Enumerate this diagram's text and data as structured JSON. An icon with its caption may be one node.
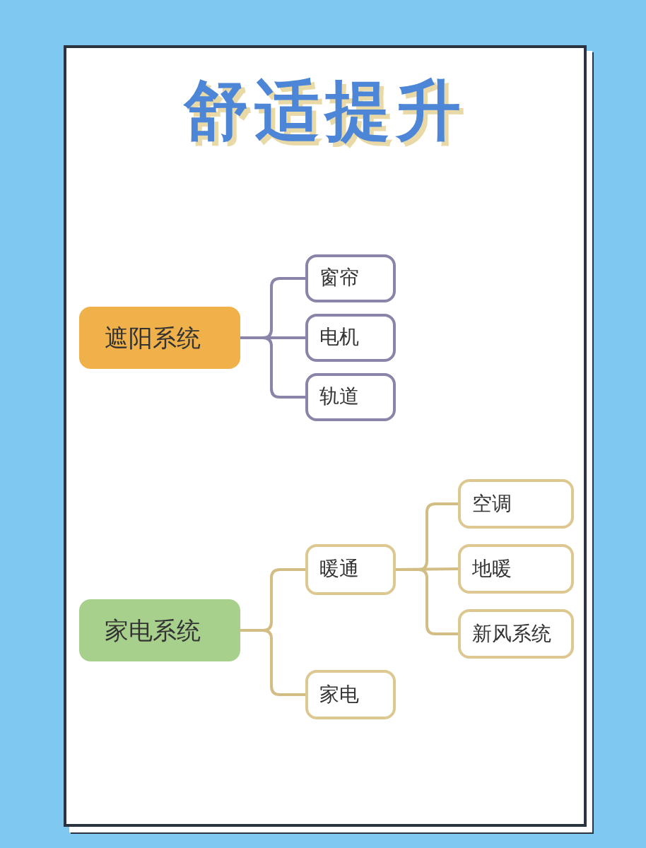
{
  "diagram": {
    "title": "舒适提升",
    "nodes": [
      {
        "text": [
          "遮阳系统"
        ]
      },
      {
        "text": [
          "窗帘"
        ]
      },
      {
        "text": [
          "电机"
        ]
      },
      {
        "text": [
          "轨道"
        ]
      },
      {
        "text": [
          "家电系统"
        ]
      },
      {
        "text": [
          "暖通"
        ]
      },
      {
        "text": [
          "空调"
        ]
      },
      {
        "text": [
          "地暖"
        ]
      },
      {
        "text": [
          "新风系统"
        ]
      },
      {
        "text": [
          "家电"
        ]
      }
    ],
    "edges": [
      {
        "from": 0,
        "to": 1,
        "arrow": "none",
        "color": "#8a84a8"
      },
      {
        "from": 0,
        "to": 2,
        "arrow": "none",
        "color": "#8a84a8"
      },
      {
        "from": 0,
        "to": 3,
        "arrow": "none",
        "color": "#8a84a8"
      },
      {
        "from": 4,
        "to": 5,
        "arrow": "none"
      },
      {
        "from": 4,
        "to": 9,
        "arrow": "none"
      },
      {
        "from": 5,
        "to": 6,
        "arrow": "none"
      },
      {
        "from": 5,
        "to": 7,
        "arrow": "none"
      },
      {
        "from": 5,
        "to": 8,
        "arrow": "none"
      }
    ]
  }
}
